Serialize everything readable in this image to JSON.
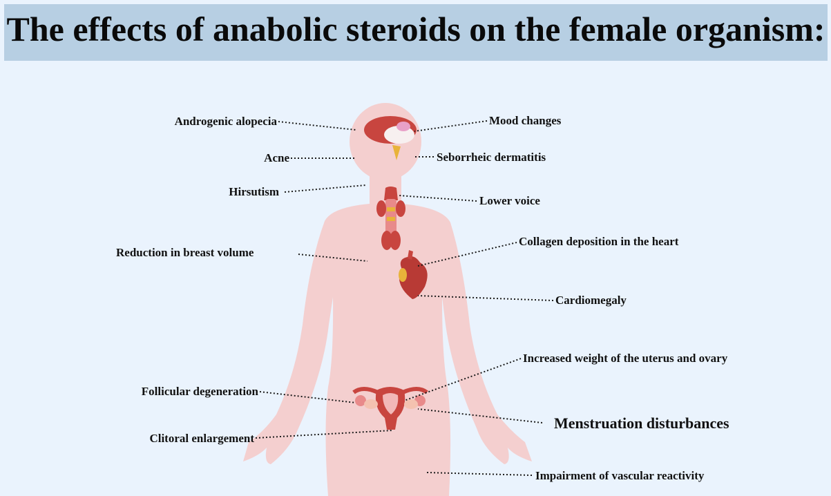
{
  "title": "The effects of anabolic steroids on the female organism:",
  "labels": {
    "androgenic_alopecia": "Androgenic alopecia",
    "mood_changes": "Mood changes",
    "acne": "Acne",
    "seborrheic_dermatitis": "Seborrheic dermatitis",
    "hirsutism": "Hirsutism",
    "lower_voice": "Lower voice",
    "reduction_breast": "Reduction in breast volume",
    "collagen_heart": "Collagen deposition in the heart",
    "cardiomegaly": "Cardiomegaly",
    "uterus_ovary": "Increased weight of the uterus and ovary",
    "follicular": "Follicular degeneration",
    "menstruation": "Menstruation disturbances",
    "clitoral": "Clitoral enlargement",
    "vascular": "Impairment of vascular reactivity"
  },
  "colors": {
    "background": "#eaf3fd",
    "title_bar": "#b7cfe3",
    "body_silhouette": "#f4cfcf",
    "organ_red": "#c8453f",
    "organ_pink": "#e88a8a"
  }
}
